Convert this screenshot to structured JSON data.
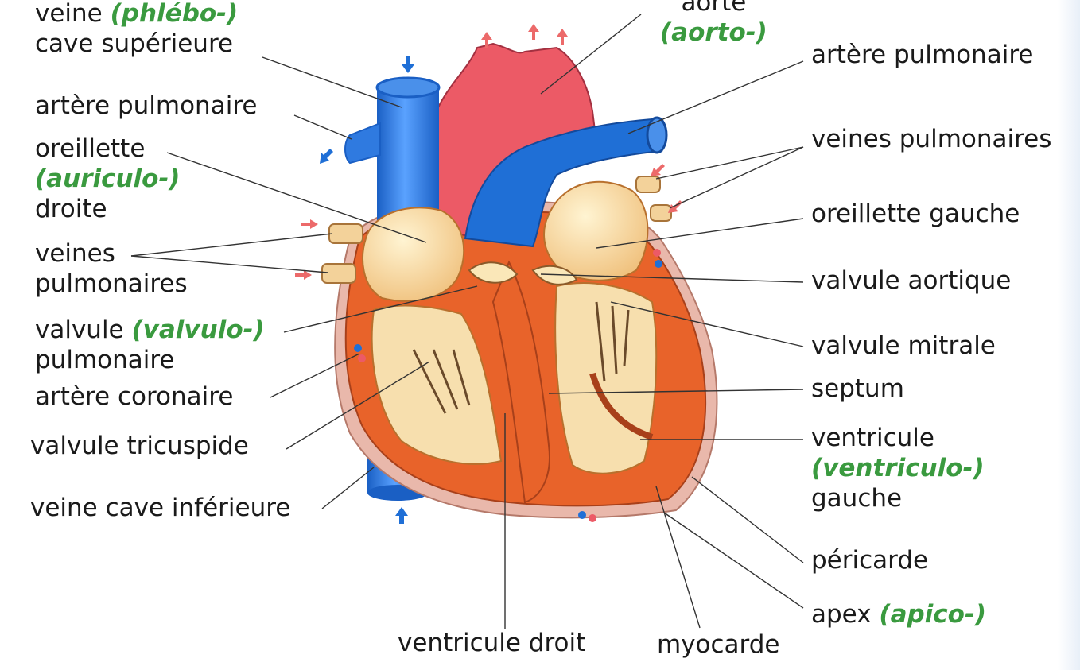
{
  "colors": {
    "vein_blue": "#1f6fd6",
    "artery_red": "#ec5a66",
    "muscle_orange": "#e8632a",
    "inner_wall": "#f2c98e",
    "chamber": "#fae7b8",
    "pericardium": "#e7b3a6",
    "prefix_green": "#3a9a3f",
    "leader_line": "#333333"
  },
  "icons": [
    "up-arrow-icon",
    "down-arrow-icon",
    "inflow-arrow-icon"
  ],
  "labels": {
    "veine_cave_sup": {
      "line1": "veine ",
      "prefix1": "(phlébo-)",
      "line2": "cave supérieure"
    },
    "aorte": {
      "line1": "aorte",
      "prefix": "(aorto-)"
    },
    "artere_pulm_left": {
      "text": "artère pulmonaire"
    },
    "artere_pulm_right": {
      "text": "artère pulmonaire"
    },
    "oreillette_droite": {
      "line1": "oreillette",
      "prefix": "(auriculo-)",
      "line3": "droite"
    },
    "veines_pulm_left": {
      "line1": "veines",
      "line2": "pulmonaires"
    },
    "veines_pulm_right": {
      "text": "veines pulmonaires"
    },
    "oreillette_gauche": {
      "text": "oreillette gauche"
    },
    "valvule_pulmonaire": {
      "line1": "valvule ",
      "prefix": "(valvulo-)",
      "line2": "pulmonaire"
    },
    "valvule_aortique": {
      "text": "valvule aortique"
    },
    "artere_coronaire": {
      "text": "artère coronaire"
    },
    "valvule_mitrale": {
      "text": "valvule mitrale"
    },
    "septum": {
      "text": "septum"
    },
    "valvule_tricuspide": {
      "text": "valvule tricuspide"
    },
    "ventricule_gauche": {
      "line1": "ventricule",
      "prefix": "(ventriculo-)",
      "line3": "gauche"
    },
    "veine_cave_inf": {
      "text": "veine cave inférieure"
    },
    "pericarde": {
      "text": "péricarde"
    },
    "apex": {
      "line1": "apex ",
      "prefix": "(apico-)"
    },
    "ventricule_droit": {
      "text": "ventricule droit"
    },
    "myocarde": {
      "text": "myocarde"
    }
  }
}
